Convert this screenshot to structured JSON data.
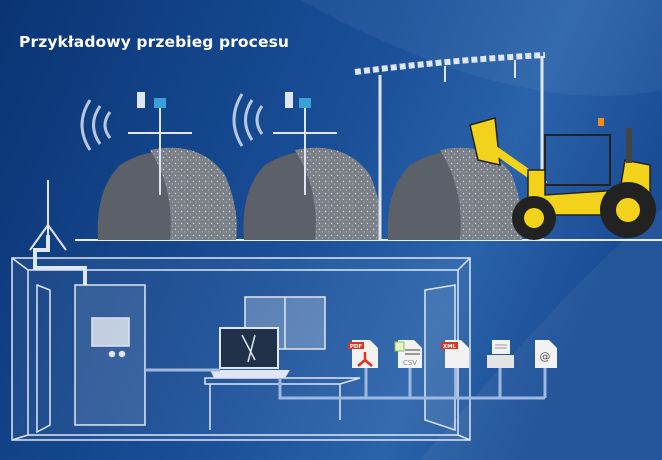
{
  "title": "Przykładowy przebieg procesu",
  "outputs": {
    "pdf": {
      "label": "PDF"
    },
    "csv": {
      "label": "CSV"
    },
    "xml": {
      "label": "XML"
    },
    "printer": {
      "label": ""
    },
    "email": {
      "label": "@"
    }
  },
  "colors": {
    "background": "#0c3a7c",
    "loader": "#f2d21a",
    "pile": "#5c6068",
    "pipe": "#9fb8e0",
    "pdf_red": "#e0301e"
  }
}
